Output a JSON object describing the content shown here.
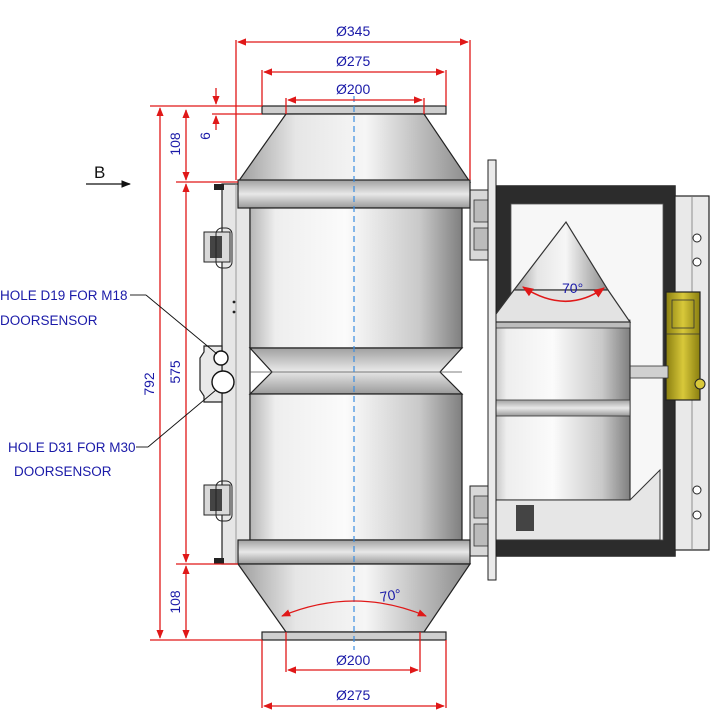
{
  "dimensions": {
    "top_outer": "Ø345",
    "top_middle": "Ø275",
    "top_inner": "Ø200",
    "flange_thickness": "6",
    "top_cone_height": "108",
    "total_height": "792",
    "body_height": "575",
    "bottom_cone_height": "108",
    "bottom_inner": "Ø200",
    "bottom_middle": "Ø275",
    "cone_angle_bottom": "70°",
    "cone_angle_side": "70°"
  },
  "annotations": {
    "view_label": "B",
    "hole_d19_line1": "HOLE D19 FOR M18",
    "hole_d19_line2": "DOORSENSOR",
    "hole_d31_line1": "HOLE D31 FOR M30",
    "hole_d31_line2": "DOORSENSOR"
  },
  "colors": {
    "dimension_line": "#e01818",
    "dimension_text": "#1a1aa8",
    "centerline": "#3a8de0",
    "metal_light": "#f2f2f2",
    "metal_dark": "#8c8c8c",
    "door_frame": "#2c2c2c",
    "hinge_yellow": "#c8b820"
  }
}
